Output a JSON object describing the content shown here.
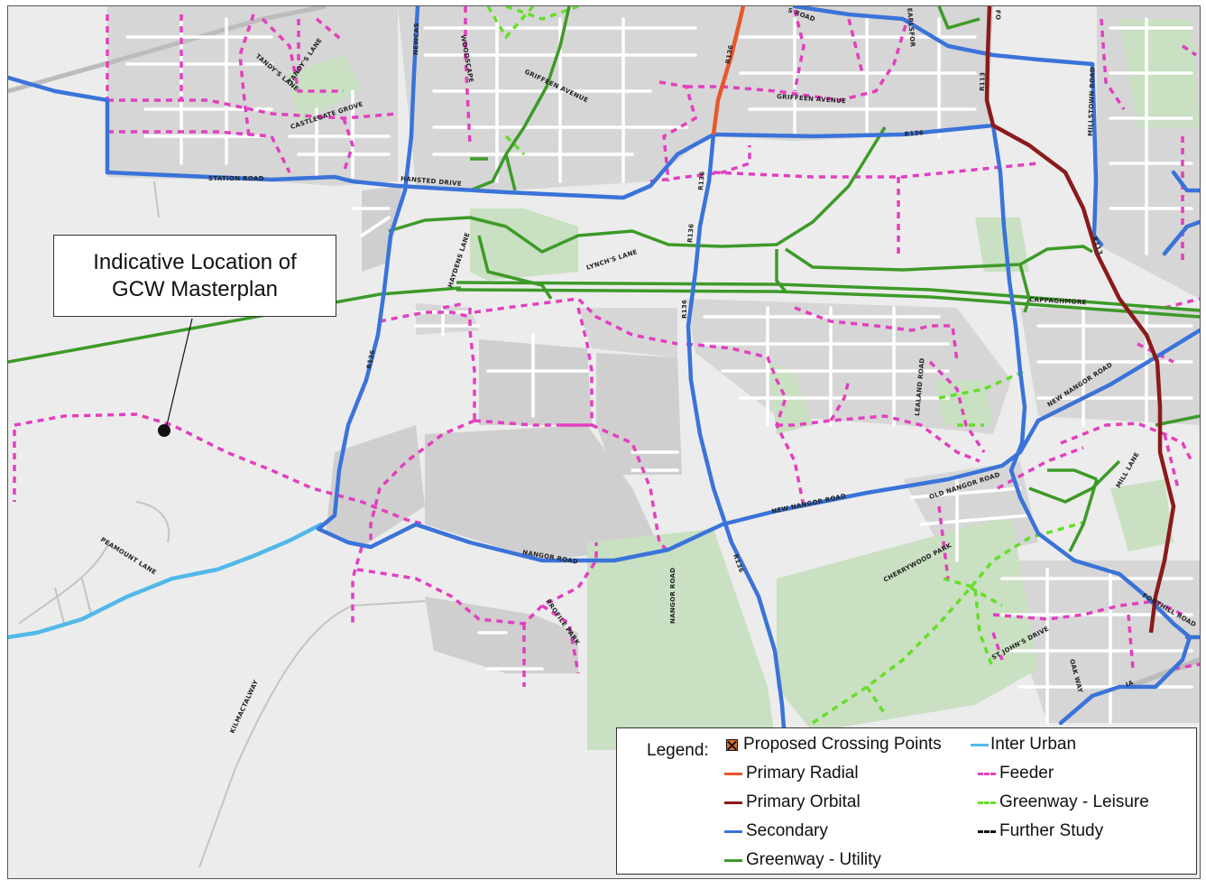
{
  "callout": {
    "line1": "Indicative Location of",
    "line2": "GCW Masterplan"
  },
  "legend": {
    "title": "Legend:",
    "items": {
      "proposed_crossing_points": "Proposed Crossing Points",
      "inter_urban": "Inter Urban",
      "primary_radial": "Primary Radial",
      "feeder": "Feeder",
      "primary_orbital": "Primary Orbital",
      "greenway_leisure": "Greenway - Leisure",
      "secondary": "Secondary",
      "further_study": "Further Study",
      "greenway_utility": "Greenway - Utility"
    }
  },
  "road_labels": {
    "tandys_lane_1": "TANDY'S LANE",
    "tandys_lane_2": "TANDY'S LANE",
    "castlegate_grove": "CASTLEGATE GROVE",
    "station_road": "STATION ROAD",
    "hansted_drive": "HANSTED DRIVE",
    "newcastle": "NEWCAS",
    "woodscape": "WOODSCAPE",
    "griffeen_avenue_1": "GRIFFEEN AVENUE",
    "griffeen_avenue_2": "GRIFFEEN AVENUE",
    "road_top": "S ROAD",
    "earlsfort": "EARLSFOR",
    "r136_top": "R136",
    "r136_mid": "R136",
    "r136_a": "R136",
    "r136_b": "R136",
    "r136_south": "R136",
    "r136_right": "R136",
    "r136_west": "R136",
    "r113_top": "R113",
    "r113_mid": "R113",
    "fonthill_top": "FO",
    "millstown_road": "MILLSTOWN ROAD",
    "haydens_lane": "HAYDENS LANE",
    "lynchs_lane": "LYNCH'S LANE",
    "cappaghmore": "CAPPAGHMORE",
    "new_nangor_road_1": "NEW NANGOR ROAD",
    "new_nangor_road_2": "NEW NANGOR ROAD",
    "lealand_road": "LEALAND ROAD",
    "old_nangor_road": "OLD NANGOR ROAD",
    "mill_lane": "MILL LANE",
    "cherrywood_park": "CHERRYWOOD PARK",
    "nangor_road_1": "NANGOR ROAD",
    "nangor_road_2": "NANGOR ROAD",
    "profile_park": "PROFILE PARK",
    "peamount_lane": "PEAMOUNT LANE",
    "kilmactalway": "KILMACTALWAY",
    "st_johns_drive": "ST JOHN'S DRIVE",
    "oak_way": "OAK WAY",
    "fonthill_road": "FONTHILL ROAD",
    "ia": "IA"
  },
  "colors": {
    "background": "#ececec",
    "urban_grey": "#d8d8d8",
    "green_area": "#c9e0c2",
    "secondary": "#3a73d9",
    "greenway_utility": "#3d9a28",
    "feeder": "#e23fbf",
    "primary_orbital": "#8b1a1a",
    "primary_radial": "#e8572b",
    "inter_urban": "#52b8e8",
    "greenway_leisure": "#66dd2a",
    "further_study": "#111111"
  }
}
